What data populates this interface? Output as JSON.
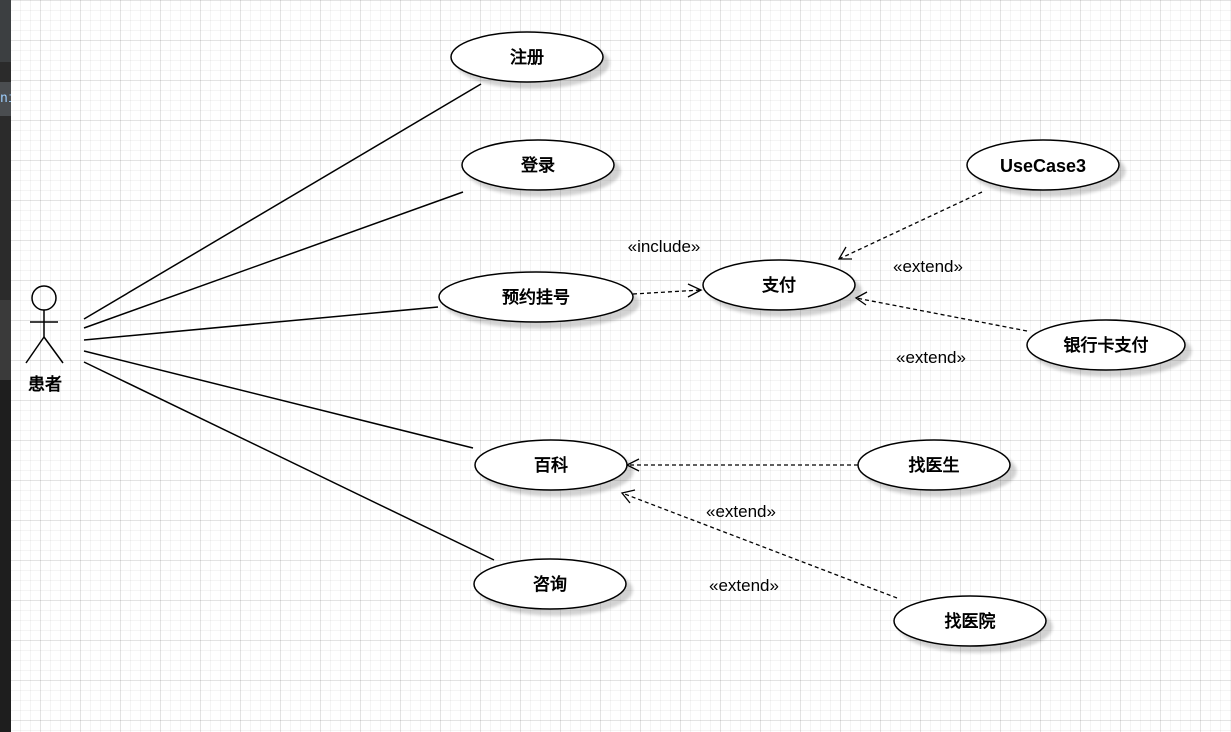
{
  "diagram": {
    "actor": {
      "label": "患者"
    },
    "use_cases": [
      {
        "id": "register",
        "label": "注册"
      },
      {
        "id": "login",
        "label": "登录"
      },
      {
        "id": "appointment",
        "label": "预约挂号"
      },
      {
        "id": "pay",
        "label": "支付"
      },
      {
        "id": "usecase3",
        "label": "UseCase3"
      },
      {
        "id": "bankcard",
        "label": "银行卡支付"
      },
      {
        "id": "encyclopedia",
        "label": "百科"
      },
      {
        "id": "find_doctor",
        "label": "找医生"
      },
      {
        "id": "find_hospital",
        "label": "找医院"
      },
      {
        "id": "consult",
        "label": "咨询"
      }
    ],
    "relations": {
      "include_label": "«include»",
      "extend_usecase3": "«extend»",
      "extend_bankcard": "«extend»",
      "extend_doctor": "«extend»",
      "extend_hospital": "«extend»"
    },
    "editor_fragment": "ni"
  }
}
